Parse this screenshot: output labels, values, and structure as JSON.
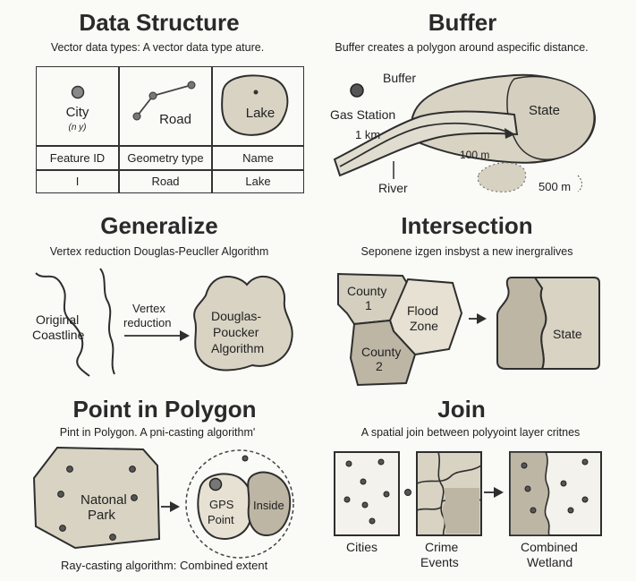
{
  "data_structure": {
    "title": "Data Structure",
    "subtitle": "Vector data types: A vector data type ature.",
    "city_label": "City",
    "city_coord": "(n y)",
    "road_label": "Road",
    "lake_label": "Lake",
    "headers": [
      "Feature ID",
      "Geometry type",
      "Name"
    ],
    "row": [
      "I",
      "Road",
      "Lake"
    ]
  },
  "buffer": {
    "title": "Buffer",
    "subtitle": "Buffer creates a polygon around aspecific distance.",
    "buffer_label": "Buffer",
    "gas_station_label": "Gas Station",
    "distance_1km": "1 km",
    "state_label": "State",
    "distance_100m": "100 m",
    "river_label": "River",
    "distance_500m": "500 m"
  },
  "generalize": {
    "title": "Generalize",
    "subtitle": "Vertex reduction  Douglas-Peucller Algorithm",
    "original_label": [
      "Original",
      "Coastline"
    ],
    "vertex_label": [
      "Vertex",
      "reduction"
    ],
    "algorithm_label": [
      "Douglas-",
      "Poucker",
      "Algorithm"
    ]
  },
  "intersection": {
    "title": "Intersection",
    "subtitle": "Seponene izgen insbyst a new inergralives",
    "county1_label": [
      "County",
      "1"
    ],
    "flood_label": [
      "Flood",
      "Zone"
    ],
    "county2_label": [
      "County",
      "2"
    ],
    "state_label": "State"
  },
  "point_in_polygon": {
    "title": "Point in Polygon",
    "subtitle": "Pint in Polygon. A pni-casting algorithm'",
    "park_label": [
      "Natonal",
      "Park"
    ],
    "gps_label": [
      "GPS",
      "Point"
    ],
    "inside_label": "Inside",
    "caption": "Ray-casting algorithm: Combined extent"
  },
  "join": {
    "title": "Join",
    "subtitle": "A spatial join between polyyoint layer critnes",
    "cities_label": "Cities",
    "crime_label": [
      "Crime",
      "Events"
    ],
    "combined_label": [
      "Combined",
      "Wetland"
    ]
  },
  "colors": {
    "fill": "#d8d3c3",
    "fill_dark": "#bdb6a5",
    "stroke": "#2e2e2e",
    "dot": "#555555"
  }
}
